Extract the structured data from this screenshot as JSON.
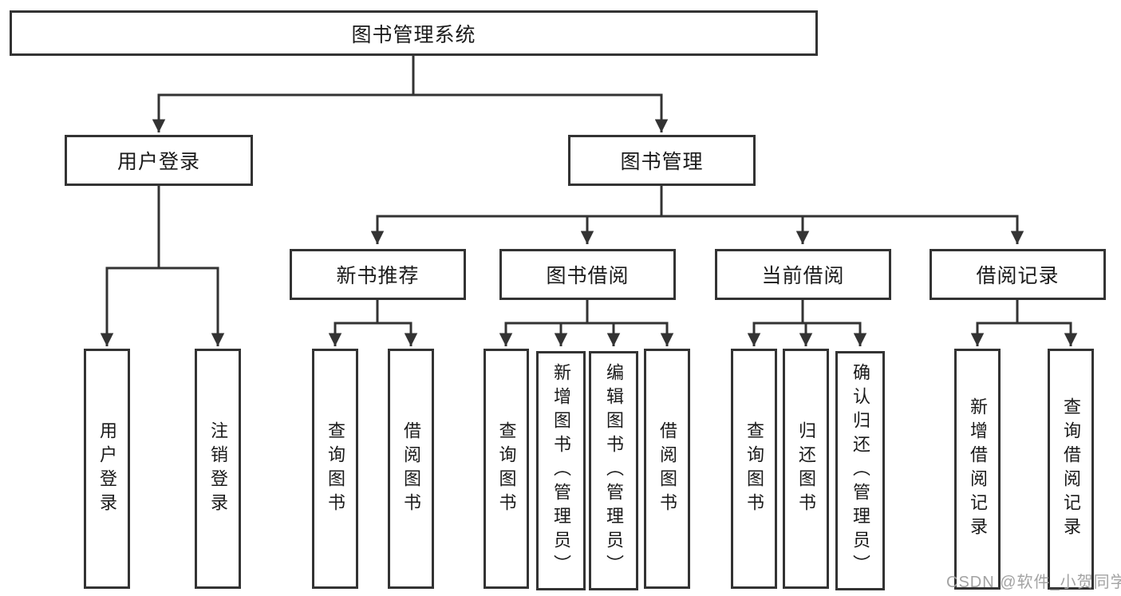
{
  "title": "图书管理系统",
  "colors": {
    "line": "#333333",
    "text": "#1a1a1a",
    "watermark": "#a3a3a3",
    "background": "#ffffff"
  },
  "tree": {
    "root": {
      "label": "图书管理系统"
    },
    "branches": [
      {
        "label": "用户登录",
        "children": [
          {
            "label": "用户登录"
          },
          {
            "label": "注销登录"
          }
        ]
      },
      {
        "label": "图书管理",
        "children": [
          {
            "label": "新书推荐",
            "children": [
              {
                "label": "查询图书"
              },
              {
                "label": "借阅图书"
              }
            ]
          },
          {
            "label": "图书借阅",
            "children": [
              {
                "label": "查询图书"
              },
              {
                "label": "新增图书（管理员）"
              },
              {
                "label": "编辑图书（管理员）"
              },
              {
                "label": "借阅图书"
              }
            ]
          },
          {
            "label": "当前借阅",
            "children": [
              {
                "label": "查询图书"
              },
              {
                "label": "归还图书"
              },
              {
                "label": "确认归还（管理员）"
              }
            ]
          },
          {
            "label": "借阅记录",
            "children": [
              {
                "label": "新增借阅记录"
              },
              {
                "label": "查询借阅记录"
              }
            ]
          }
        ]
      }
    ]
  },
  "watermark": "CSDN @软件_小贺同学"
}
